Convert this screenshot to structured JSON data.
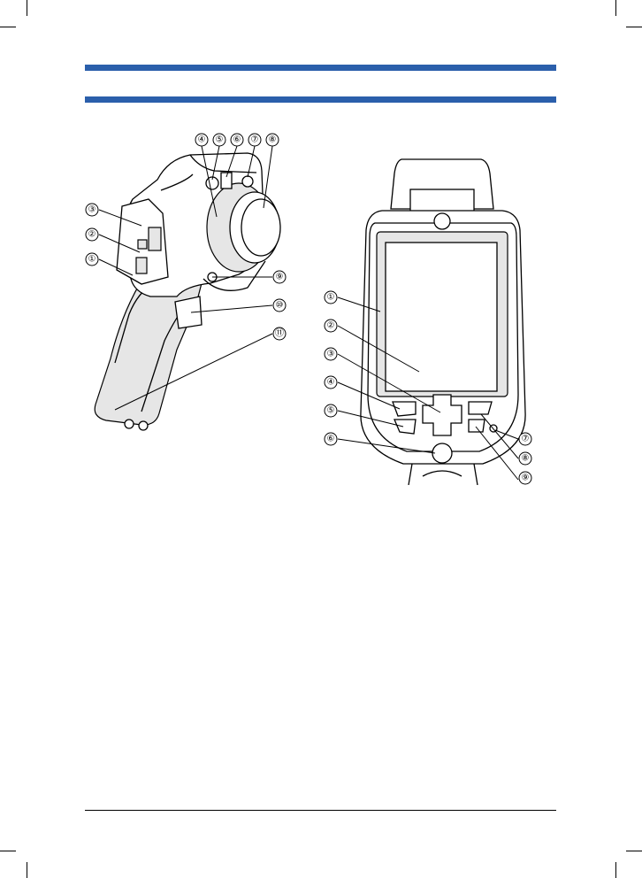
{
  "figures": {
    "side_view": {
      "callouts": [
        "①",
        "②",
        "③",
        "④",
        "⑤",
        "⑥",
        "⑦",
        "⑧",
        "⑨",
        "⑩",
        "⑪"
      ]
    },
    "front_view": {
      "callouts": [
        "①",
        "②",
        "③",
        "④",
        "⑤",
        "⑥",
        "⑦",
        "⑧",
        "⑨"
      ]
    }
  }
}
